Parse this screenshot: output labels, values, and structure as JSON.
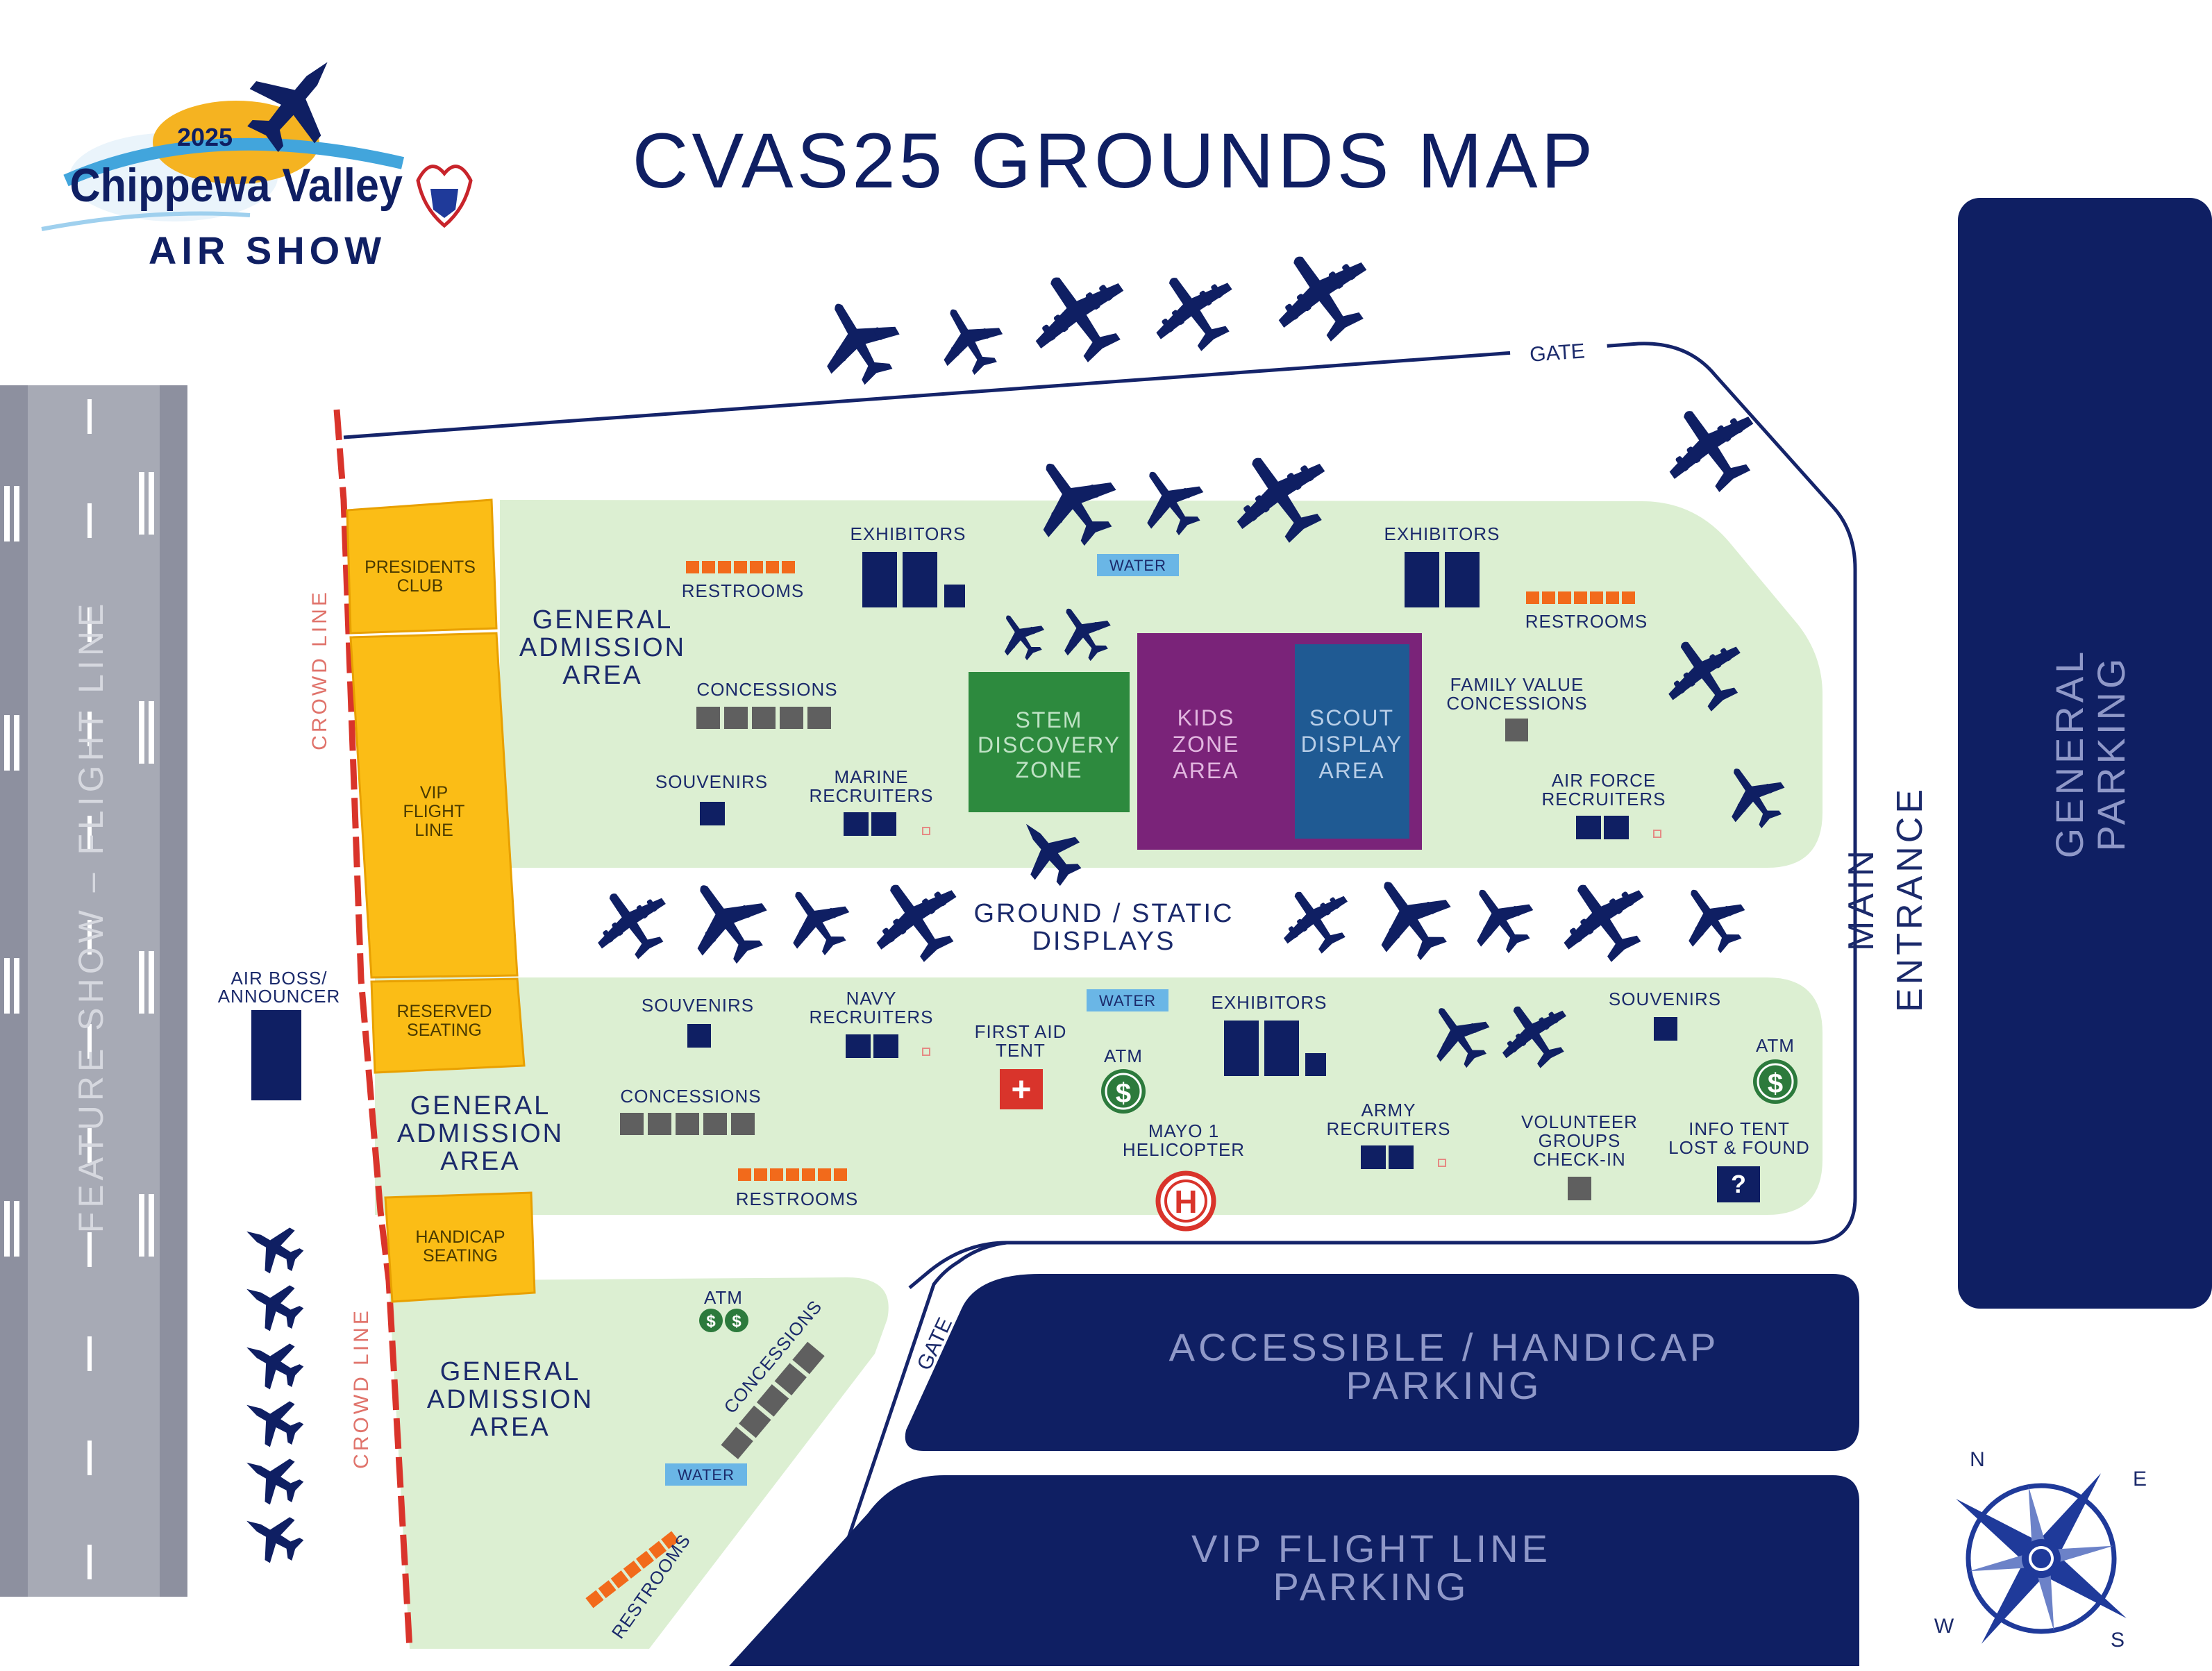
{
  "title": "CVAS25 GROUNDS MAP",
  "logo": {
    "year": "2025",
    "name": "Chippewa Valley",
    "sub": "AIR SHOW"
  },
  "runway": {
    "label": "FEATURE SHOW – FLIGHT LINE"
  },
  "crowd_line": {
    "top": "CROWD LINE",
    "bottom": "CROWD LINE"
  },
  "gates": {
    "north": "GATE",
    "south": "GATE"
  },
  "main_entrance": [
    "MAIN",
    "ENTRANCE"
  ],
  "parking": {
    "general": [
      "GENERAL",
      "PARKING"
    ],
    "accessible": [
      "ACCESSIBLE / HANDICAP",
      "PARKING"
    ],
    "vip": [
      "VIP FLIGHT LINE",
      "PARKING"
    ]
  },
  "seating": {
    "presidents": [
      "PRESIDENTS",
      "CLUB"
    ],
    "vip": [
      "VIP",
      "FLIGHT",
      "LINE"
    ],
    "reserved": [
      "RESERVED",
      "SEATING"
    ],
    "handicap": [
      "HANDICAP",
      "SEATING"
    ]
  },
  "air_boss": [
    "AIR BOSS/",
    "ANNOUNCER"
  ],
  "zones": {
    "stem": [
      "STEM",
      "DISCOVERY",
      "ZONE"
    ],
    "kids": [
      "KIDS",
      "ZONE",
      "AREA"
    ],
    "scout": [
      "SCOUT",
      "DISPLAY",
      "AREA"
    ]
  },
  "ground_static": [
    "GROUND / STATIC",
    "DISPLAYS"
  ],
  "north_area": {
    "general": [
      "GENERAL",
      "ADMISSION",
      "AREA"
    ],
    "restrooms_w": "RESTROOMS",
    "exhibitors_w": "EXHIBITORS",
    "water": "WATER",
    "exhibitors_e": "EXHIBITORS",
    "restrooms_e": "RESTROOMS",
    "concessions": "CONCESSIONS",
    "family_value": [
      "FAMILY VALUE",
      "CONCESSIONS"
    ],
    "souvenirs": "SOUVENIRS",
    "marine": [
      "MARINE",
      "RECRUITERS"
    ],
    "air_force": [
      "AIR FORCE",
      "RECRUITERS"
    ]
  },
  "south_area": {
    "souvenirs_w": "SOUVENIRS",
    "navy": [
      "NAVY",
      "RECRUITERS"
    ],
    "water": "WATER",
    "exhibitors": "EXHIBITORS",
    "souvenirs_e": "SOUVENIRS",
    "first_aid": [
      "FIRST AID",
      "TENT"
    ],
    "atm_1": "ATM",
    "atm_2": "ATM",
    "general": [
      "GENERAL",
      "ADMISSION",
      "AREA"
    ],
    "concessions": "CONCESSIONS",
    "mayo": [
      "MAYO 1",
      "HELICOPTER"
    ],
    "army": [
      "ARMY",
      "RECRUITERS"
    ],
    "volunteer": [
      "VOLUNTEER",
      "GROUPS",
      "CHECK-IN"
    ],
    "info": [
      "INFO TENT",
      "LOST & FOUND"
    ],
    "restrooms": "RESTROOMS",
    "info_icon": "?",
    "heli_icon": "H",
    "atm_icon": "$",
    "first_aid_icon": "+"
  },
  "southwest_area": {
    "atm": "ATM",
    "general": [
      "GENERAL",
      "ADMISSION",
      "AREA"
    ],
    "concessions": "CONCESSIONS",
    "water": "WATER",
    "restrooms": "RESTROOMS"
  },
  "compass": {
    "n": "N",
    "e": "E",
    "s": "S",
    "w": "W"
  },
  "colors": {
    "navy": "#0f1f63",
    "lawn": "#dcefd2",
    "seating": "#fbbd16",
    "stem": "#2d8a3e",
    "kids": "#7a2379",
    "scout": "#1f5a93",
    "restroom": "#f26a1b",
    "concession": "#5f5f5f",
    "water": "#6ab6e6",
    "first_aid": "#d9342b",
    "atm": "#2c7a3c",
    "crowd_line": "#d9342b"
  },
  "icons": [
    "fighter-jet-icon",
    "airliner-icon",
    "bomber-icon",
    "compass-rose-icon",
    "atm-icon",
    "first-aid-icon",
    "helipad-icon",
    "info-icon"
  ]
}
